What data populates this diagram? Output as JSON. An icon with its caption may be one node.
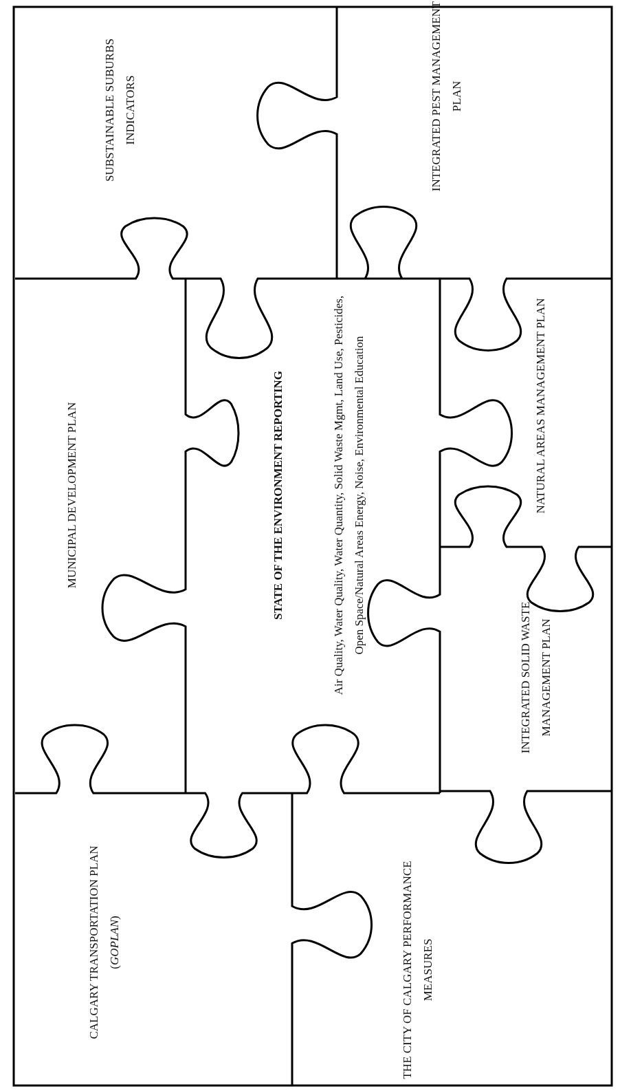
{
  "diagram": {
    "nodes": [
      {
        "text": [
          "SUBSTAINABLE SUBURBS INDICATORS"
        ]
      },
      {
        "text": [
          "INTEGRATED PEST MANAGEMENT PLAN"
        ]
      },
      {
        "text": [
          "MUNICIPAL DEVELOPMENT PLAN"
        ]
      },
      {
        "text": [
          "STATE OF THE ENVIRONMENT REPORTING",
          "Air Quality, Water Quality, Water Quantity, Solid Waste Mgmt, Land Use, Pesticides, Open Space/Natural Areas Energy, Noise, Environmental Education"
        ]
      },
      {
        "text": [
          "NATURAL AREAS MANAGEMENT PLAN"
        ]
      },
      {
        "text": [
          "INTEGRATED SOLID WASTE MANAGEMENT PLAN"
        ]
      },
      {
        "text": [
          "CALGARY TRANSPORTATION PLAN (*GOPLAN*)"
        ]
      },
      {
        "text": [
          "THE CITY OF CALGARY PERFORMANCE MEASURES"
        ]
      }
    ]
  }
}
